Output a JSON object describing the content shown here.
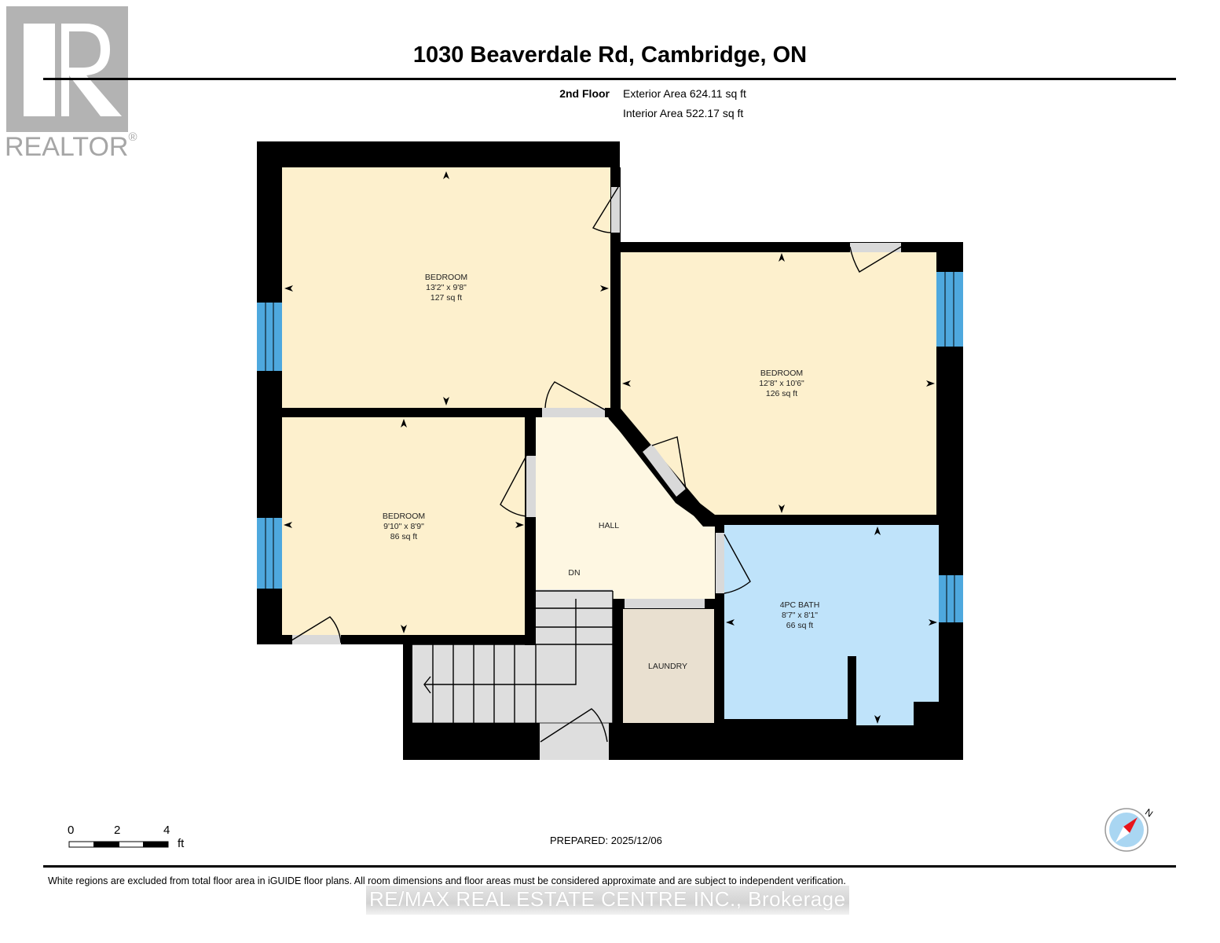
{
  "brand": {
    "logo_letter": "R",
    "logo_text": "REALTOR",
    "logo_mark": "®",
    "icon": "realtor-logo-icon",
    "color": "#b3b3b3"
  },
  "header": {
    "title": "1030 Beaverdale Rd, Cambridge, ON",
    "floor_label": "2nd Floor",
    "exterior_area": "Exterior Area 624.11 sq ft",
    "interior_area": "Interior Area 522.17 sq ft"
  },
  "rooms": [
    {
      "name": "BEDROOM",
      "dims": "13'2\" x 9'8\"",
      "area": "127 sq ft",
      "color": "#fdf0cd"
    },
    {
      "name": "BEDROOM",
      "dims": "12'8\" x 10'6\"",
      "area": "126 sq ft",
      "color": "#fdf0cd"
    },
    {
      "name": "BEDROOM",
      "dims": "9'10\" x 8'9\"",
      "area": "86 sq ft",
      "color": "#fdf0cd"
    },
    {
      "name": "HALL",
      "color": "#fef7e2"
    },
    {
      "name": "4PC BATH",
      "dims": "8'7\" x 8'1\"",
      "area": "66 sq ft",
      "color": "#bfe3fa"
    },
    {
      "name": "LAUNDRY",
      "color": "#e9e0d0"
    }
  ],
  "labels": {
    "stairs": "DN"
  },
  "colors": {
    "wall": "#000000",
    "window": "#4ea8de",
    "door_opening": "#d9d9d9",
    "stairs": "#dedede"
  },
  "scale": {
    "ticks": [
      "0",
      "2",
      "4"
    ],
    "unit": "ft"
  },
  "compass": {
    "label": "N",
    "icon": "compass-north-icon",
    "needle_color": "#e8141b",
    "face_color": "#a9d6f2"
  },
  "footer": {
    "prepared": "PREPARED: 2025/12/06",
    "disclaimer": "White regions are excluded from total floor area in iGUIDE floor plans. All room dimensions and floor areas must be considered approximate and are subject to independent verification.",
    "watermark": "RE/MAX REAL ESTATE CENTRE INC., Brokerage"
  }
}
